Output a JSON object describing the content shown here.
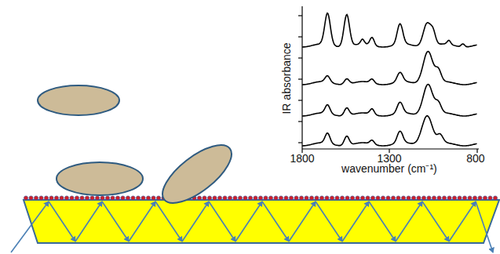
{
  "diagram": {
    "labels": [
      "IR absorbance",
      "wavenumber (cm⁻¹)",
      "1800",
      "1300",
      "800"
    ]
  }
}
